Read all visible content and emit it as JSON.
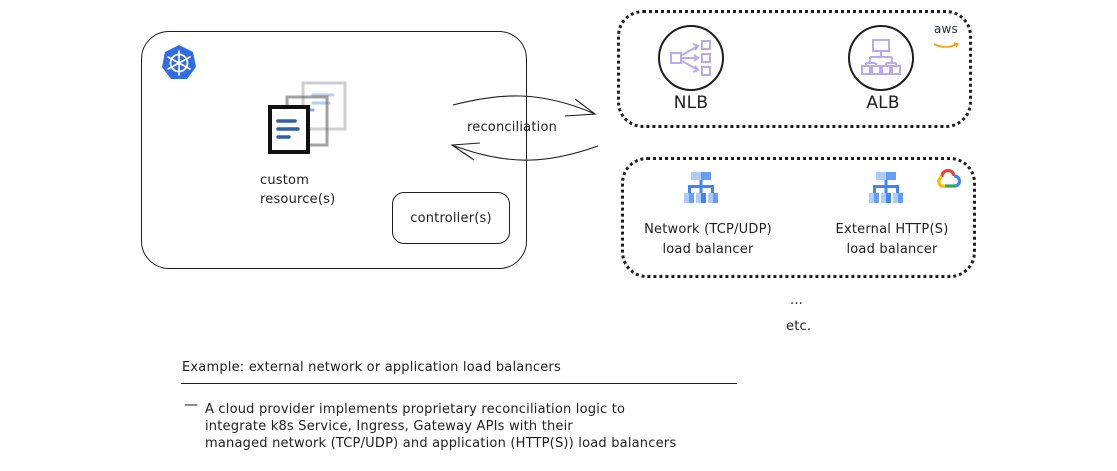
{
  "cluster": {
    "logo_icon": "kubernetes-icon",
    "resource_icon": "stacked-documents-icon",
    "resource_label_line1": "custom",
    "resource_label_line2": "resource(s)",
    "controller_label": "controller(s)"
  },
  "reconciliation": {
    "label": "reconciliation"
  },
  "aws": {
    "logo_text": "aws",
    "brand_color": "#ff9900",
    "items": [
      {
        "label": "NLB",
        "icon": "network-load-balancer-icon"
      },
      {
        "label": "ALB",
        "icon": "application-load-balancer-icon"
      }
    ],
    "icon_color": "#b9a9f0"
  },
  "gcp": {
    "logo_icon": "google-cloud-icon",
    "icon_color": "#4a86f0",
    "items": [
      {
        "label_line1": "Network (TCP/UDP)",
        "label_line2": "load balancer",
        "icon": "load-balancing-icon"
      },
      {
        "label_line1": "External HTTP(S)",
        "label_line2": "load balancer",
        "icon": "load-balancing-icon"
      }
    ]
  },
  "more": {
    "ellipsis": "...",
    "etc": "etc."
  },
  "example": {
    "title": "Example: external network or application load balancers",
    "bullet_dash": "—",
    "bullet_lines": [
      "A cloud provider implements proprietary reconciliation logic to",
      "integrate k8s Service, Ingress, Gateway APIs with their",
      "managed network (TCP/UDP) and application (HTTP(S)) load balancers"
    ]
  }
}
